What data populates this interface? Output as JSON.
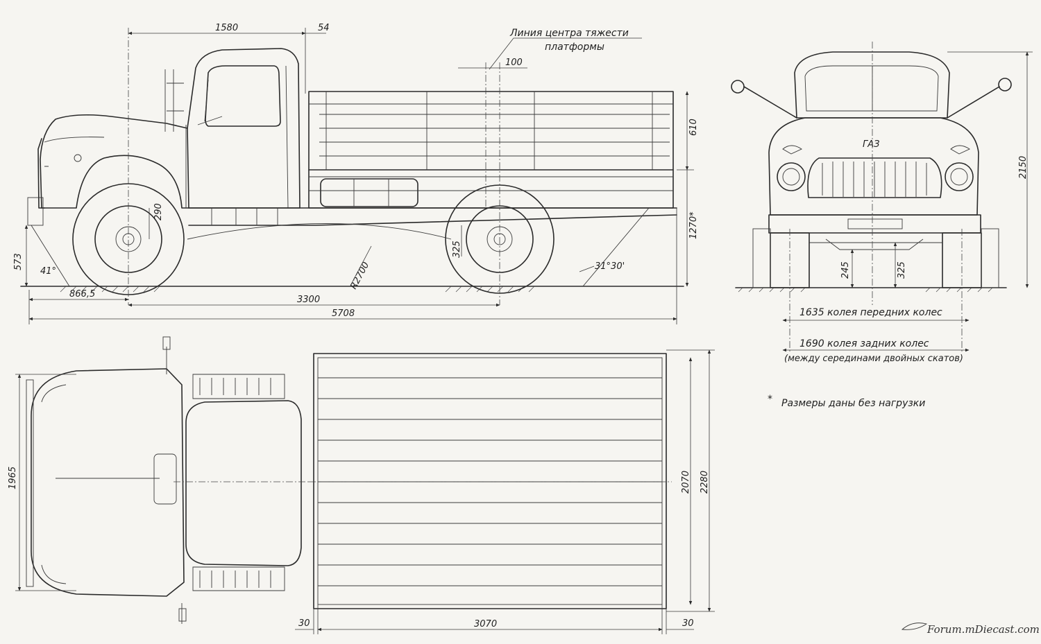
{
  "side_view": {
    "dims": {
      "cab_to_axle": "1580",
      "offset": "54",
      "cg_offset": "100",
      "side_height": "610",
      "deck_height": "1270*",
      "ground_clearance_front": "290",
      "ground_clearance_rear": "325",
      "bumper_height": "573",
      "approach_angle": "41°",
      "departure_angle": "31°30'",
      "turn_radius": "R2700",
      "front_overhang": "866,5",
      "wheelbase": "3300",
      "overall_length": "5708"
    },
    "cg_label_line1": "Линия центра тяжести",
    "cg_label_line2": "платформы"
  },
  "front_view": {
    "dims": {
      "overall_height": "2150",
      "front_clearance": "245",
      "rear_clearance": "325"
    },
    "track_front": "1635 колея  передних  колес",
    "track_rear": "1690 колея  задних  колес",
    "track_rear_note": "(между серединами двойных скатов)",
    "grille_badge": "ГАЗ"
  },
  "top_view": {
    "dims": {
      "overall_width": "1965",
      "bed_inner_width": "2070",
      "bed_outer_width": "2280",
      "bed_length": "3070",
      "bed_gap_left": "30",
      "bed_gap_right": "30"
    }
  },
  "note": "Размеры даны без нагрузки",
  "note_mark": "*",
  "watermark": "Forum.mDiecast.com"
}
